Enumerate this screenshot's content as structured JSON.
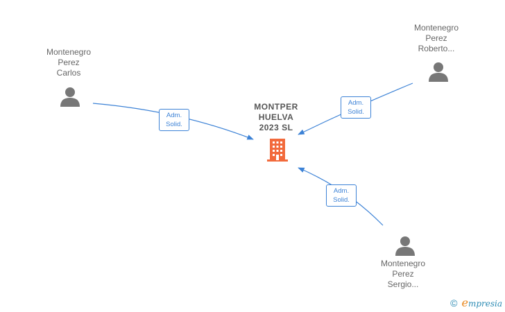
{
  "company": {
    "name_lines": [
      "MONTPER",
      "HUELVA",
      "2023  SL"
    ]
  },
  "persons": [
    {
      "name_lines": [
        "Montenegro",
        "Perez",
        "Carlos"
      ]
    },
    {
      "name_lines": [
        "Montenegro",
        "Perez",
        "Roberto..."
      ]
    },
    {
      "name_lines": [
        "Montenegro",
        "Perez",
        "Sergio..."
      ]
    }
  ],
  "relations": [
    {
      "from": "Montenegro Perez Carlos",
      "to": "MONTPER HUELVA 2023  SL",
      "label_lines": [
        "Adm.",
        "Solid."
      ]
    },
    {
      "from": "Montenegro Perez Roberto...",
      "to": "MONTPER HUELVA 2023  SL",
      "label_lines": [
        "Adm.",
        "Solid."
      ]
    },
    {
      "from": "Montenegro Perez Sergio...",
      "to": "MONTPER HUELVA 2023  SL",
      "label_lines": [
        "Adm.",
        "Solid."
      ]
    }
  ],
  "footer": {
    "copyright_symbol": "©",
    "brand_initial": "e",
    "brand_rest": "mpresia"
  },
  "colors": {
    "edge": "#3c82d6",
    "person_icon": "#777777",
    "company_icon": "#f26a3c",
    "brand_orange": "#e8861c",
    "brand_blue": "#2a8ab3"
  }
}
